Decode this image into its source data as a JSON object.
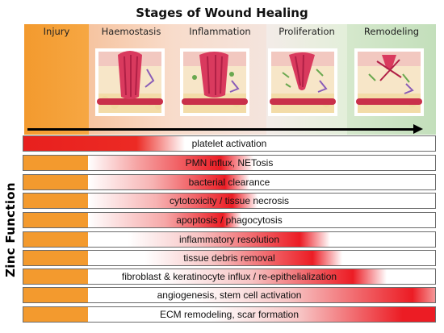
{
  "title": "Stages of Wound Healing",
  "stages": [
    {
      "label": "Injury",
      "color": "#f3a13a"
    },
    {
      "label": "Haemostasis",
      "color": "#f6c9a8"
    },
    {
      "label": "Inflammation",
      "color": "#f4d7cf"
    },
    {
      "label": "Proliferation",
      "color": "#e6efdf"
    },
    {
      "label": "Remodeling",
      "color": "#c7e1bf"
    }
  ],
  "axis_label": "Zinc Function",
  "functions": [
    {
      "label": "platelet activation"
    },
    {
      "label": "PMN influx, NETosis"
    },
    {
      "label": "bacterial clearance"
    },
    {
      "label": "cytotoxicity / tissue necrosis"
    },
    {
      "label": "apoptosis / phagocytosis"
    },
    {
      "label": "inflammatory resolution"
    },
    {
      "label": "tissue debris removal"
    },
    {
      "label": "fibroblast & keratinocyte influx / re-epithelialization"
    },
    {
      "label": "angiogenesis, stem cell activation"
    },
    {
      "label": "ECM remodeling, scar formation"
    }
  ],
  "colors": {
    "accent_red": "#ec1c24",
    "zinc_orange": "#f39a2e"
  }
}
